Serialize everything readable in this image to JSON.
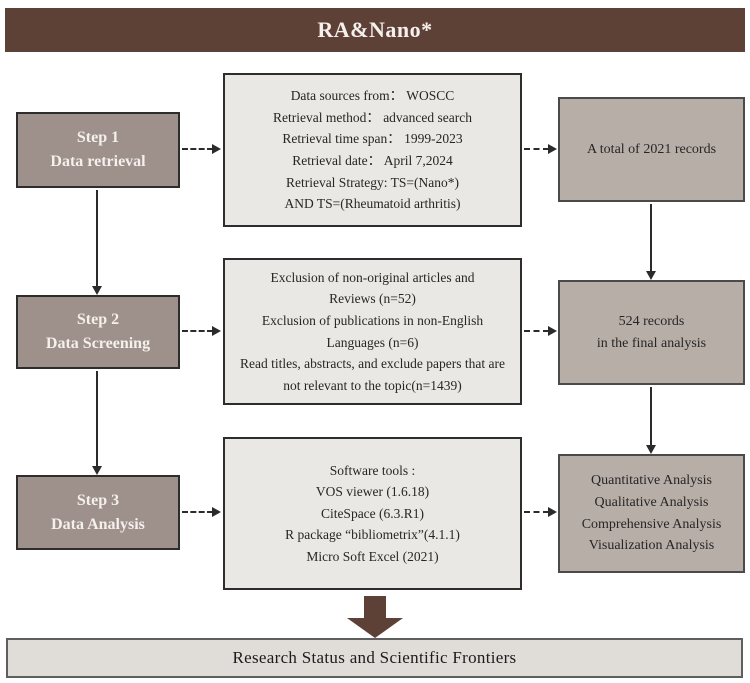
{
  "banner": {
    "title": "RA&Nano*"
  },
  "steps": [
    {
      "title": "Step 1",
      "subtitle": "Data retrieval"
    },
    {
      "title": "Step 2",
      "subtitle": "Data Screening"
    },
    {
      "title": "Step 3",
      "subtitle": "Data Analysis"
    }
  ],
  "details": [
    {
      "lines": [
        "Data sources from： WOSCC",
        "Retrieval method： advanced search",
        "Retrieval time span： 1999-2023",
        "Retrieval date： April 7,2024",
        "Retrieval Strategy: TS=(Nano*)",
        "AND TS=(Rheumatoid arthritis)"
      ]
    },
    {
      "lines": [
        "Exclusion of non-original articles and",
        "Reviews (n=52)",
        "Exclusion of publications in non-English",
        "Languages (n=6)",
        "Read titles, abstracts, and exclude papers that are",
        "not relevant to the topic(n=1439)"
      ]
    },
    {
      "lines": [
        "Software tools :",
        "VOS viewer (1.6.18)",
        "CiteSpace (6.3.R1)",
        "R package “bibliometrix”(4.1.1)",
        "Micro Soft Excel (2021)"
      ]
    }
  ],
  "results": [
    {
      "lines": [
        "A total of 2021 records"
      ]
    },
    {
      "lines": [
        "524 records",
        "in the final analysis"
      ]
    },
    {
      "lines": [
        "Quantitative Analysis",
        "Qualitative Analysis",
        "Comprehensive Analysis",
        "Visualization Analysis"
      ]
    }
  ],
  "footer": {
    "label": "Research Status and Scientific Frontiers"
  },
  "colors": {
    "banner_bg": "#5e4136",
    "step_box_bg": "#9e908a",
    "detail_box_bg": "#eae8e4",
    "result_box_bg": "#b8aea8",
    "footer_bg": "#e0dcd7",
    "connector": "#2b2b2b",
    "big_arrow": "#5e4136"
  }
}
